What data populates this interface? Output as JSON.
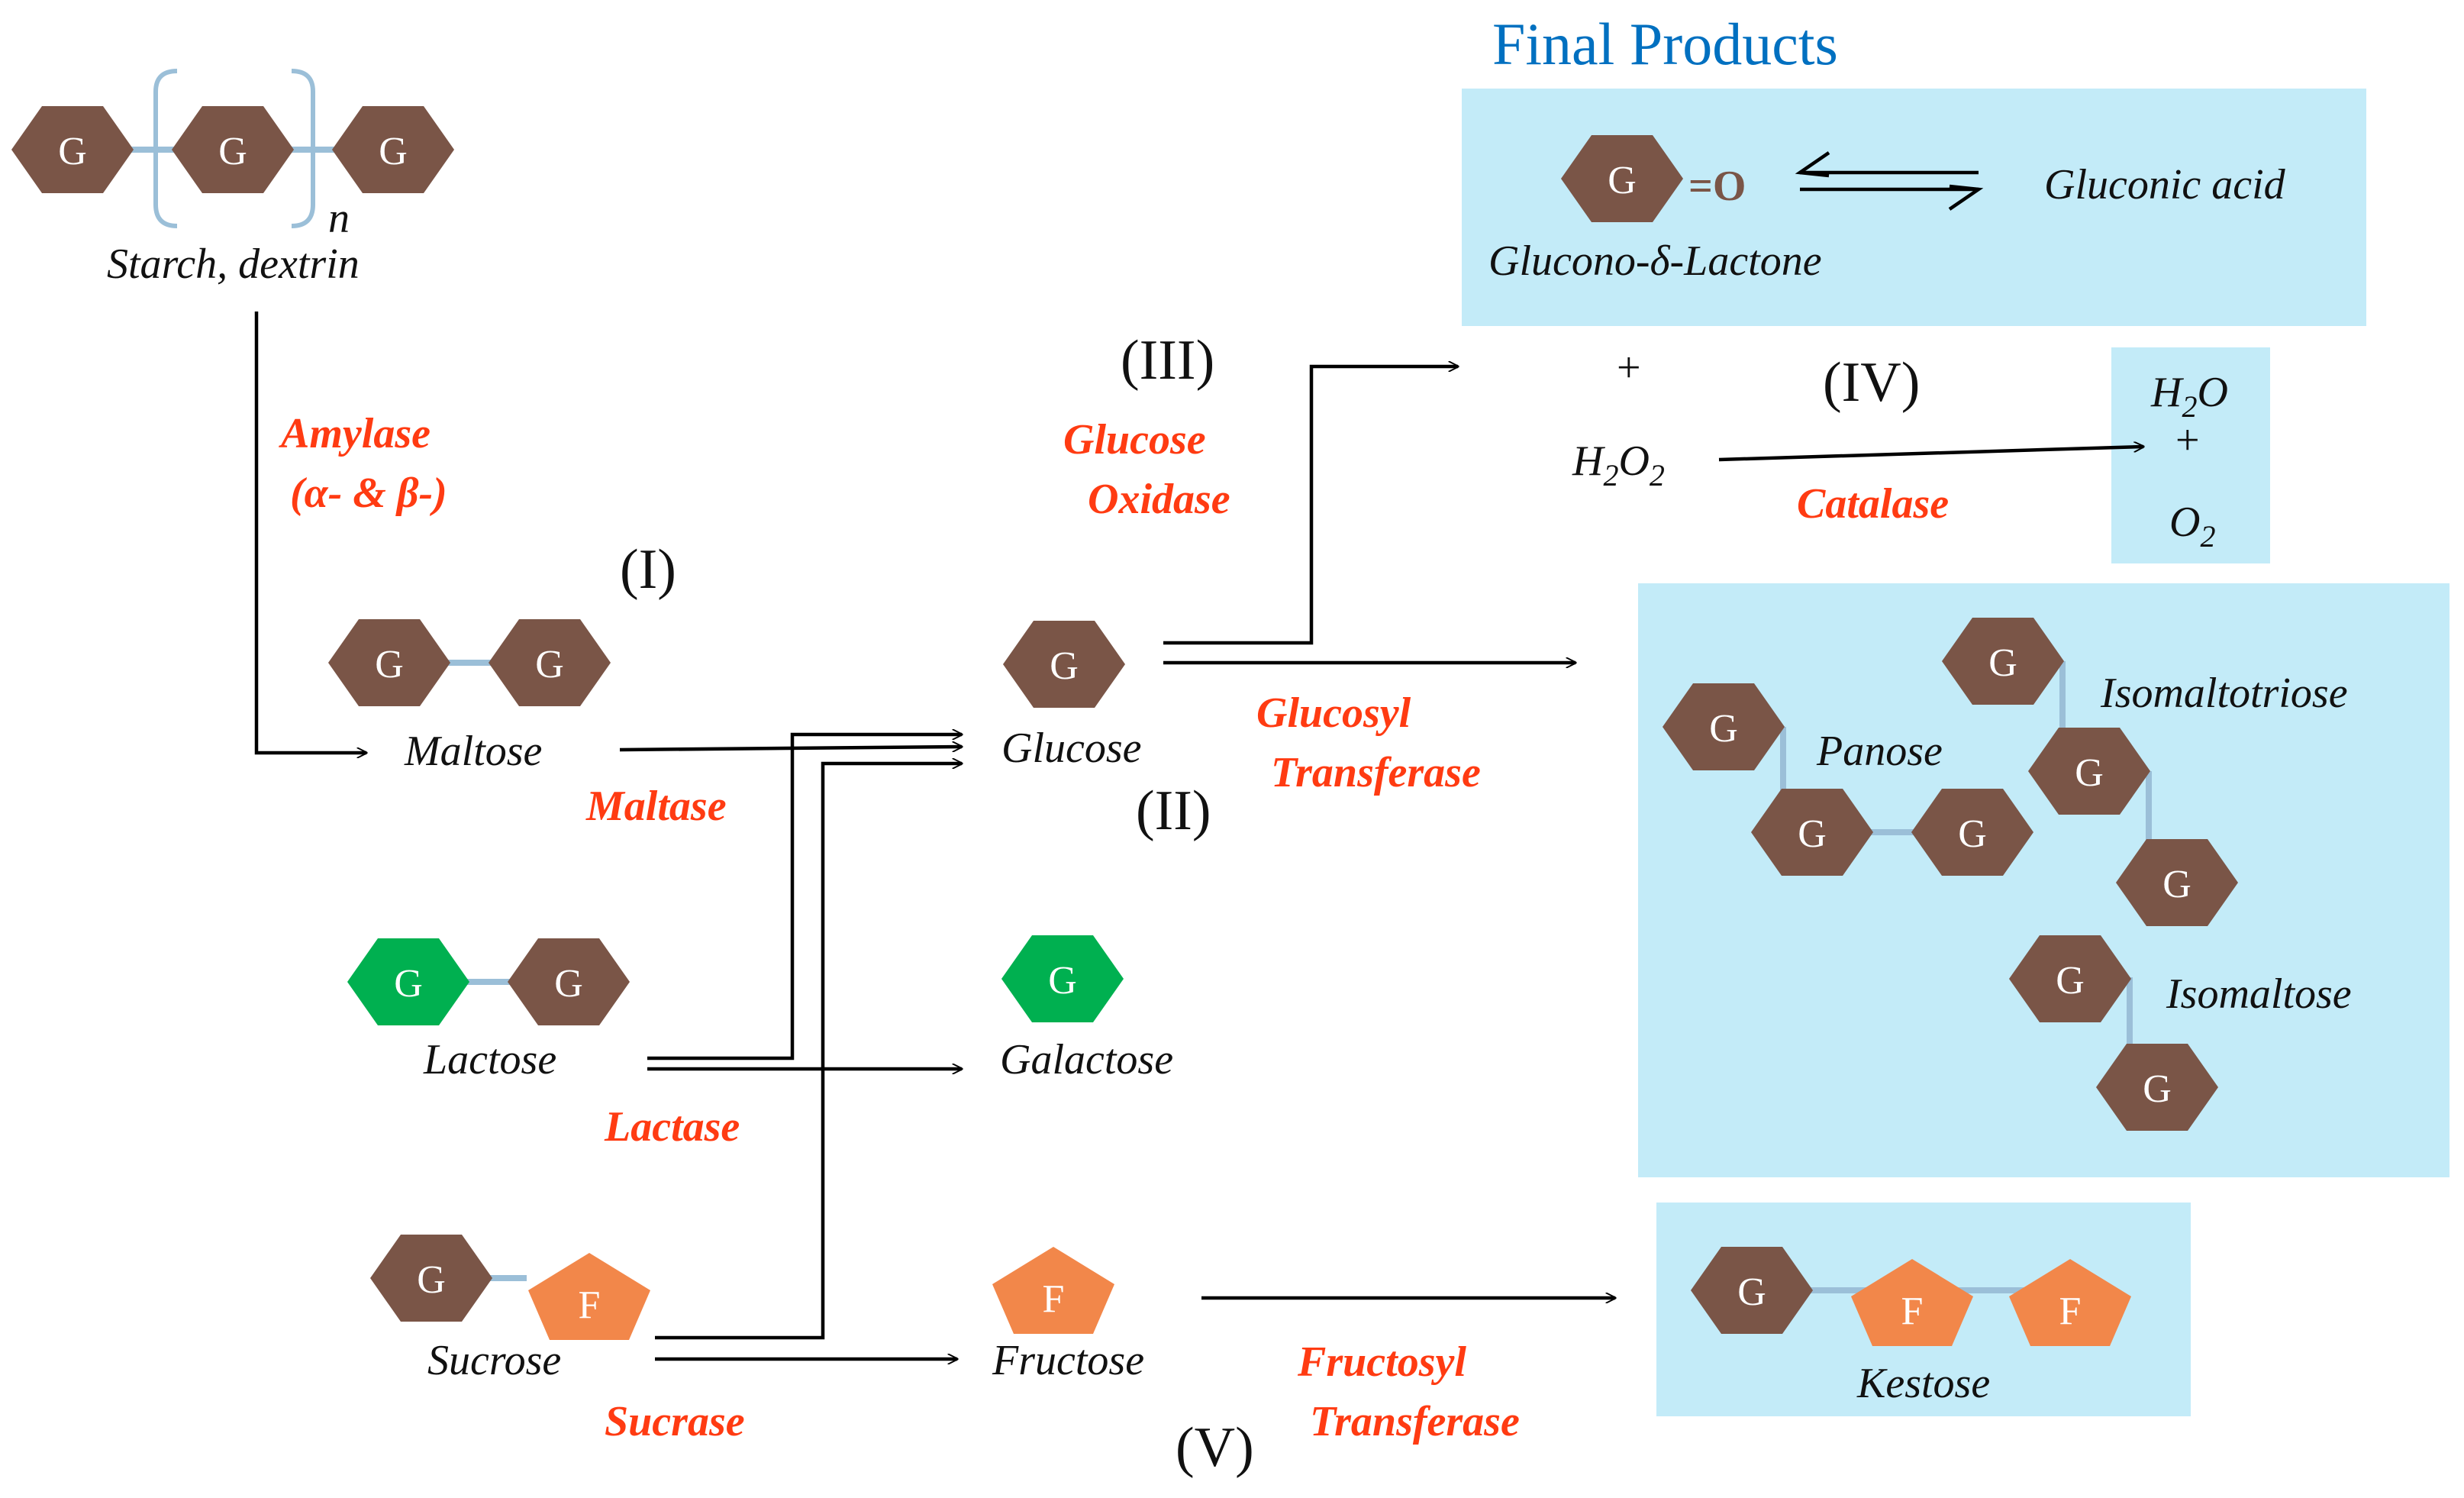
{
  "title": "Final Products",
  "units": {
    "glucose": "G",
    "fructose": "F"
  },
  "labels": {
    "starch": "Starch, dextrin",
    "n": "n",
    "maltose": "Maltose",
    "lactose": "Lactose",
    "sucrose": "Sucrose",
    "glucose": "Glucose",
    "galactose": "Galactose",
    "fructose": "Fructose",
    "lactone": "Glucono-δ-Lactone",
    "keto": "=O",
    "gluconic": "Gluconic acid",
    "plus": "+",
    "h2o2": {
      "a": "H",
      "b": "2",
      "c": "O",
      "d": "2"
    },
    "h2o": {
      "a": "H",
      "b": "2",
      "c": "O"
    },
    "o2": {
      "a": "O",
      "b": "2"
    },
    "panose": "Panose",
    "isomaltotriose": "Isomaltotriose",
    "isomaltose": "Isomaltose",
    "kestose": "Kestose"
  },
  "enzymes": {
    "amylase_1": "Amylase",
    "amylase_2": "(α- & β-)",
    "maltase": "Maltase",
    "lactase": "Lactase",
    "sucrase": "Sucrase",
    "gox_1": "Glucose",
    "gox_2": "Oxidase",
    "gtf_1": "Glucosyl",
    "gtf_2": "Transferase",
    "catalase": "Catalase",
    "ftf_1": "Fructosyl",
    "ftf_2": "Transferase"
  },
  "steps": {
    "i": "(I)",
    "ii": "(II)",
    "iii": "(III)",
    "iv": "(IV)",
    "v": "(V)"
  },
  "colors": {
    "glucose_unit": "#7a5547",
    "galactose_unit": "#00b050",
    "fructose_unit": "#f2874a",
    "product_box": "#c3ebf8",
    "enzyme_text": "#ff3b12",
    "title_text": "#0070c0",
    "bond": "#9bbfd8"
  }
}
